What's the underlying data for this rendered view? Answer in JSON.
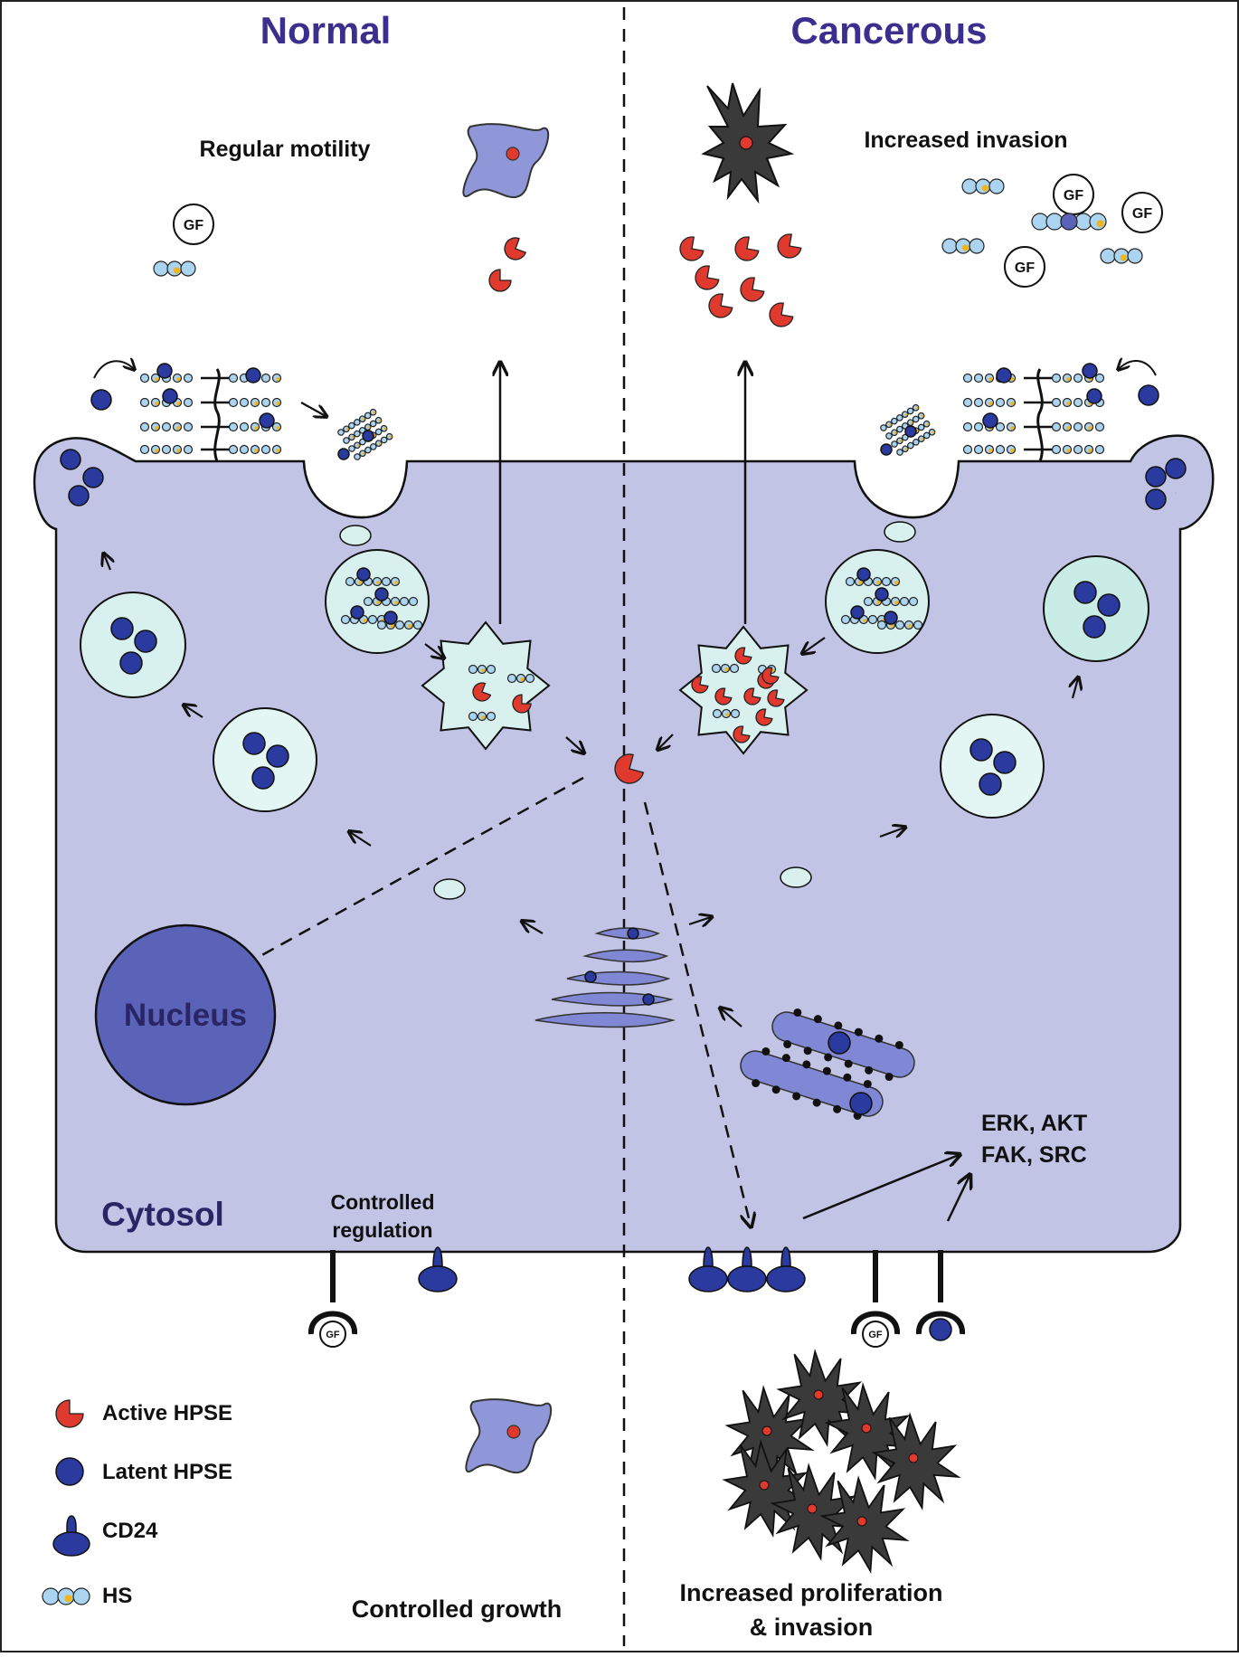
{
  "titles": {
    "left": "Normal",
    "right": "Cancerous"
  },
  "labels": {
    "regular_motility": "Regular motility",
    "increased_invasion": "Increased invasion",
    "nucleus": "Nucleus",
    "cytosol": "Cytosol",
    "controlled_regulation_1": "Controlled",
    "controlled_regulation_2": "regulation",
    "signaling_1": "ERK, AKT",
    "signaling_2": "FAK, SRC",
    "controlled_growth": "Controlled growth",
    "increased_prolif_1": "Increased proliferation",
    "increased_prolif_2": "& invasion",
    "gf": "GF"
  },
  "legend": {
    "active_hpse": "Active HPSE",
    "latent_hpse": "Latent HPSE",
    "cd24": "CD24",
    "hs": "HS"
  },
  "colors": {
    "title": "#3a2f8f",
    "cell_fill": "#c1c4e4",
    "nucleus_fill": "#5a63b8",
    "latent_hpse": "#2b3a9e",
    "active_hpse": "#e03a2e",
    "vesicle_fill": "#d9f1ee",
    "cancer_cell": "#3a3a3a",
    "normal_cell": "#8f97d8",
    "golgi": "#8087d4",
    "hs_light": "#aad4f0",
    "hs_gold": "#f0b41c"
  }
}
